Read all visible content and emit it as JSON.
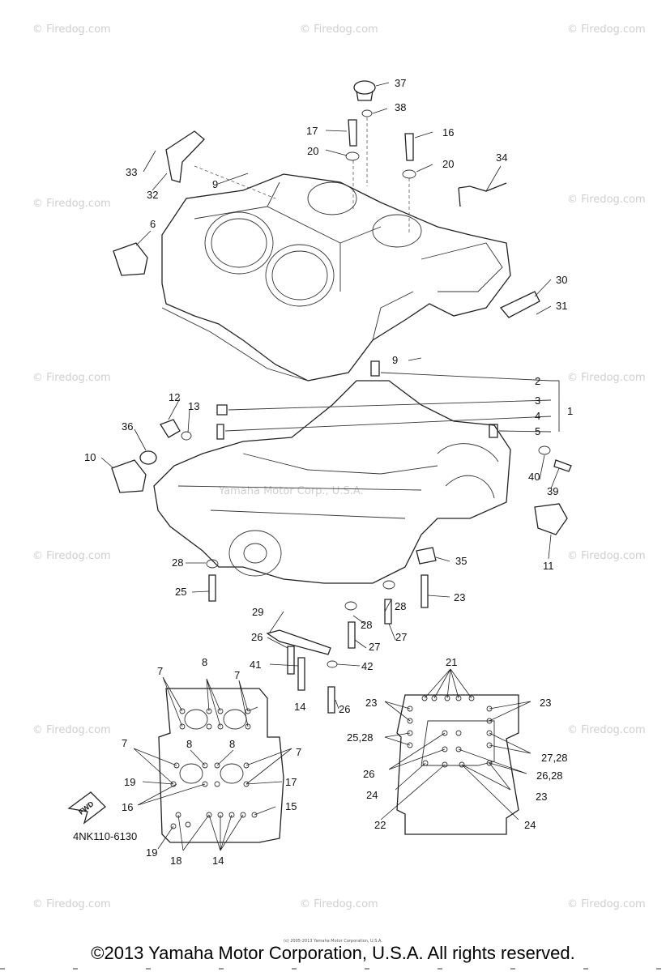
{
  "watermark": {
    "text": "© Firedog.com"
  },
  "embedded_watermark": "Yamaha Motor Corp., U.S.A.",
  "part_labels": {
    "l1": "1",
    "l2": "2",
    "l3": "3",
    "l4": "4",
    "l5": "5",
    "l6": "6",
    "l7a": "7",
    "l7b": "7",
    "l7c": "7",
    "l7d": "7",
    "l8a": "8",
    "l8b": "8",
    "l8c": "8",
    "l9a": "9",
    "l9b": "9",
    "l10": "10",
    "l11": "11",
    "l12": "12",
    "l13": "13",
    "l14a": "14",
    "l14b": "14",
    "l15": "15",
    "l16a": "16",
    "l16b": "16",
    "l17a": "17",
    "l17b": "17",
    "l18": "18",
    "l19a": "19",
    "l19b": "19",
    "l20a": "20",
    "l20b": "20",
    "l21": "21",
    "l22": "22",
    "l23a": "23",
    "l23b": "23",
    "l23c": "23",
    "l23d": "23",
    "l24a": "24",
    "l24b": "24",
    "l25a": "25",
    "l2528": "25,28",
    "l26a": "26",
    "l26b": "26",
    "l26c": "26",
    "l2628": "26,28",
    "l27a": "27",
    "l27b": "27",
    "l2728": "27,28",
    "l28a": "28",
    "l28b": "28",
    "l28c": "28",
    "l29": "29",
    "l30": "30",
    "l31": "31",
    "l32": "32",
    "l33": "33",
    "l34": "34",
    "l35": "35",
    "l36": "36",
    "l37": "37",
    "l38": "38",
    "l39": "39",
    "l40": "40",
    "l41": "41",
    "l42": "42"
  },
  "fwd_label": "FWD",
  "diagram_code": "4NK110-6130",
  "fine_print": "(c) 2005-2013 Yamaha Motor Corporation, U.S.A.",
  "copyright": "©2013 Yamaha Motor Corporation, U.S.A. All rights reserved."
}
